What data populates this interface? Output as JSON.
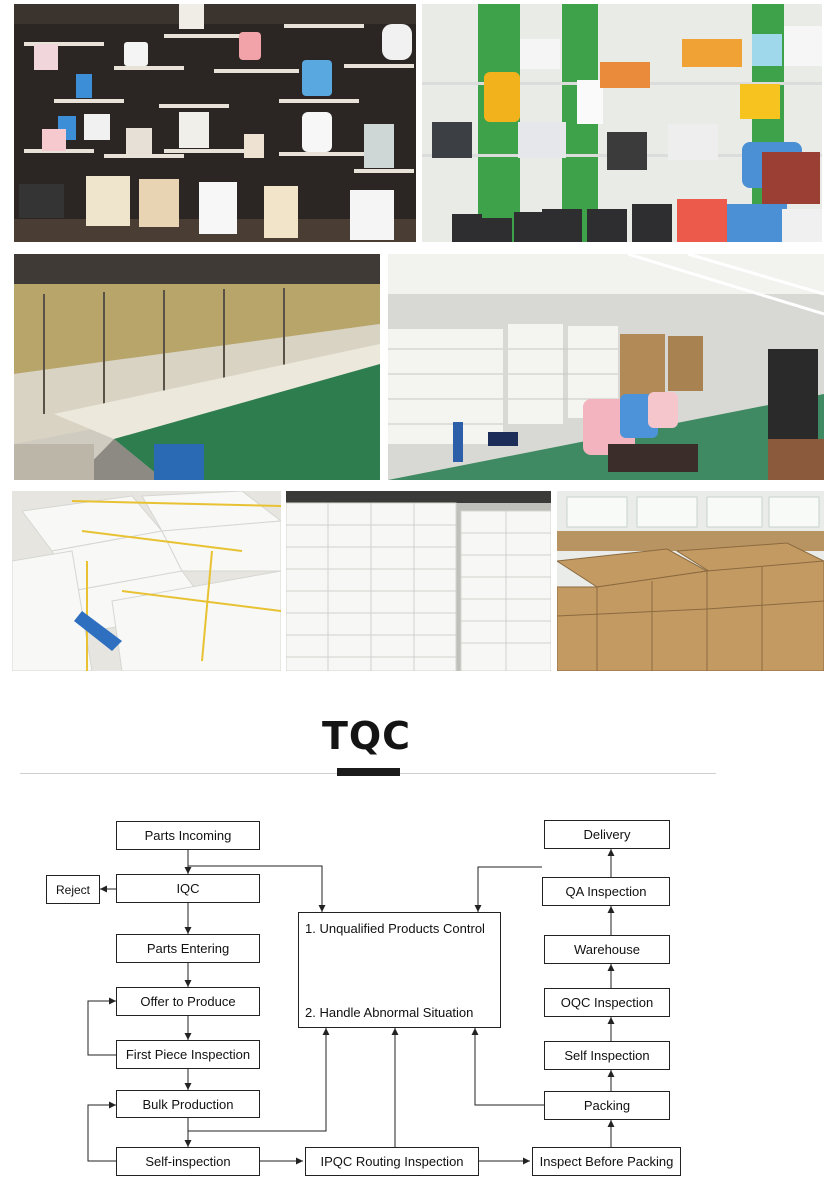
{
  "photos": [
    {
      "id": "showroom-fridges-wall",
      "caption": ""
    },
    {
      "id": "showroom-coolers-green-wall",
      "caption": ""
    },
    {
      "id": "production-line-aging-racks",
      "caption": ""
    },
    {
      "id": "assembly-workshop",
      "caption": ""
    },
    {
      "id": "foam-packaging-strapped",
      "caption": ""
    },
    {
      "id": "foam-packaging-stacks",
      "caption": ""
    },
    {
      "id": "carton-warehouse",
      "caption": ""
    }
  ],
  "section": {
    "title": "TQC"
  },
  "flowchart": {
    "parts_incoming": "Parts Incoming",
    "iqc": "IQC",
    "reject": "Reject",
    "parts_entering": "Parts Entering",
    "offer_to_produce": "Offer to Produce",
    "first_piece_inspection": "First Piece Inspection",
    "bulk_production": "Bulk Production",
    "self_inspection_left": "Self-inspection",
    "ipqc_routing_inspection": "IPQC Routing Inspection",
    "inspect_before_packing": "Inspect Before Packing",
    "packing": "Packing",
    "self_inspection_right": "Self Inspection",
    "oqc_inspection": "OQC Inspection",
    "warehouse": "Warehouse",
    "qa_inspection": "QA Inspection",
    "delivery": "Delivery",
    "control_item_1": "1. Unqualified Products Control",
    "control_item_2": "2. Handle Abnormal Situation"
  },
  "colors": {
    "line": "#222222",
    "green_wall": "#3da24a",
    "conveyor_green": "#2e7d4f",
    "carton": "#c49a63",
    "foam": "#f2f2f2"
  }
}
